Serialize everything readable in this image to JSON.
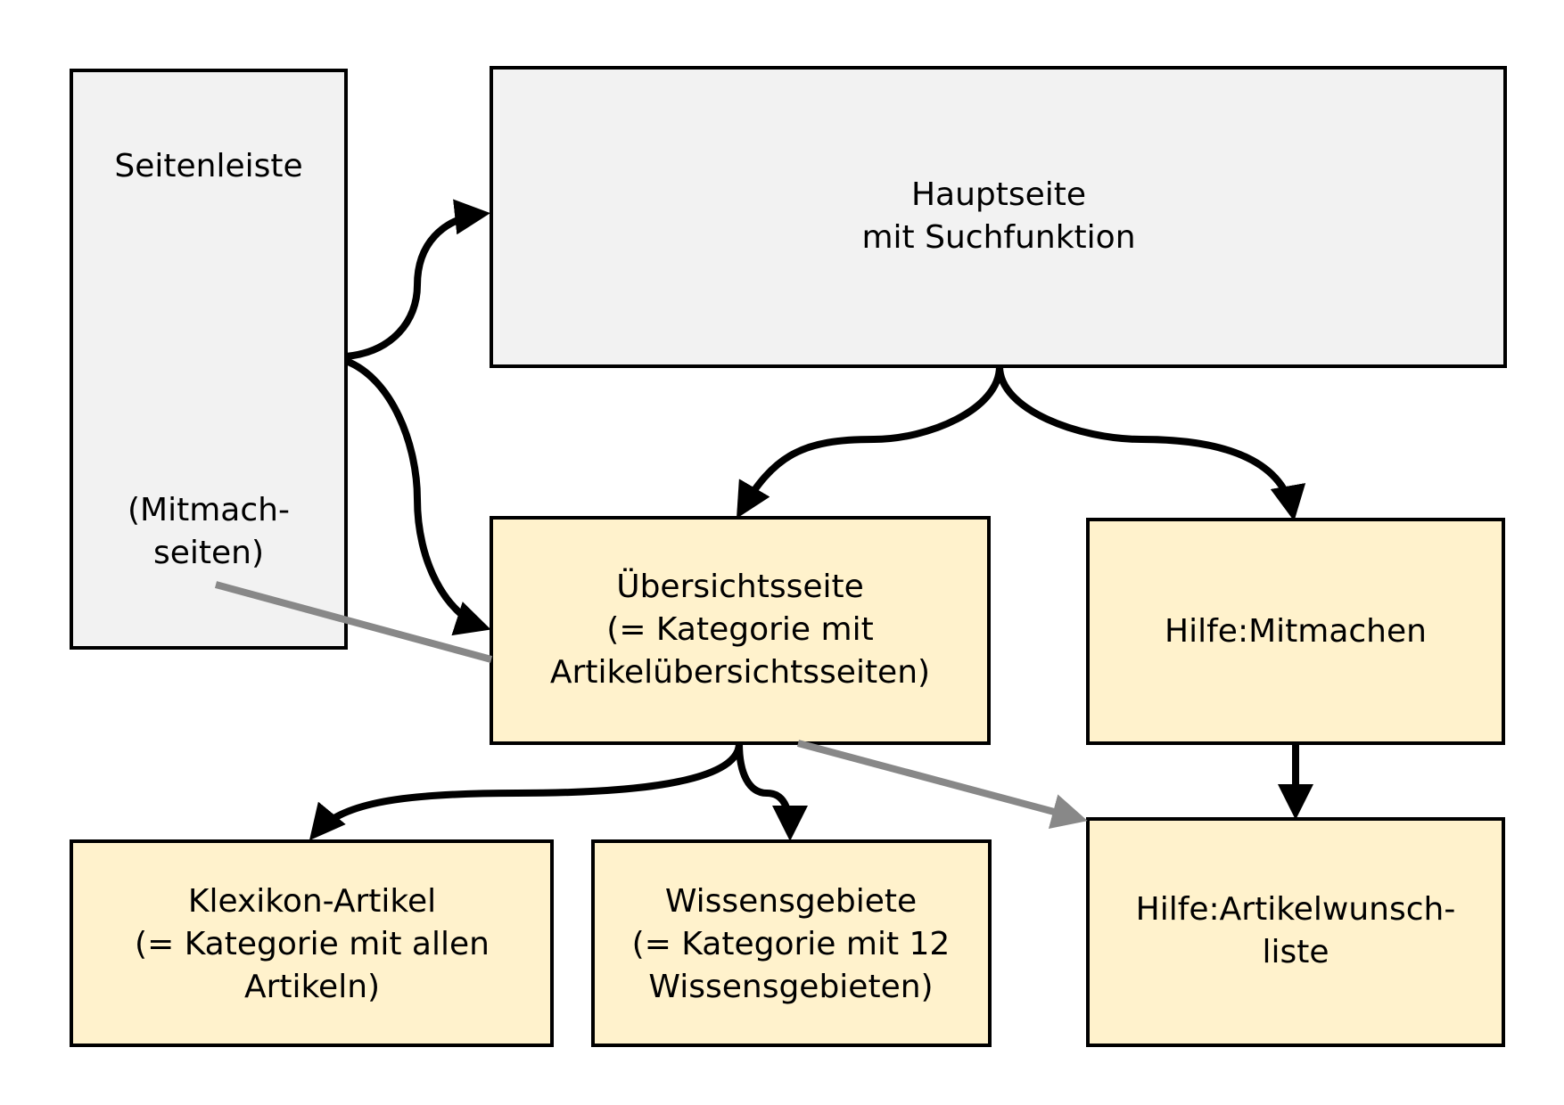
{
  "colors": {
    "background": "#ffffff",
    "gray_box_fill": "#f2f2f2",
    "yellow_box_fill": "#fff2cc",
    "box_stroke": "#000000",
    "arrow_black": "#000000",
    "arrow_gray": "#888888"
  },
  "nodes": {
    "seitenleiste": {
      "title": "Seitenleiste",
      "note_line1": "(Mitmach-",
      "note_line2": "seiten)"
    },
    "hauptseite": {
      "line1": "Hauptseite",
      "line2": "mit Suchfunktion"
    },
    "uebersichtsseite": {
      "line1": "Übersichtsseite",
      "line2": "(= Kategorie mit",
      "line3": "Artikelübersichtsseiten)"
    },
    "hilfe_mitmachen": {
      "line1": "Hilfe:Mitmachen"
    },
    "klexikon_artikel": {
      "line1": "Klexikon-Artikel",
      "line2": "(= Kategorie mit allen",
      "line3": "Artikeln)"
    },
    "wissensgebiete": {
      "line1": "Wissensgebiete",
      "line2": "(= Kategorie mit 12",
      "line3": "Wissensgebieten)"
    },
    "hilfe_artikelwunschliste": {
      "line1": "Hilfe:Artikelwunsch-",
      "line2": "liste"
    }
  },
  "edges": [
    {
      "from": "seitenleiste",
      "to": "hauptseite",
      "style": "black"
    },
    {
      "from": "seitenleiste",
      "to": "uebersichtsseite",
      "style": "black"
    },
    {
      "from": "hauptseite",
      "to": "uebersichtsseite",
      "style": "black"
    },
    {
      "from": "hauptseite",
      "to": "hilfe_mitmachen",
      "style": "black"
    },
    {
      "from": "uebersichtsseite",
      "to": "klexikon_artikel",
      "style": "black"
    },
    {
      "from": "uebersichtsseite",
      "to": "wissensgebiete",
      "style": "black"
    },
    {
      "from": "hilfe_mitmachen",
      "to": "hilfe_artikelwunschliste",
      "style": "black"
    },
    {
      "from": "seitenleiste",
      "to": "hilfe_artikelwunschliste",
      "style": "gray"
    }
  ]
}
